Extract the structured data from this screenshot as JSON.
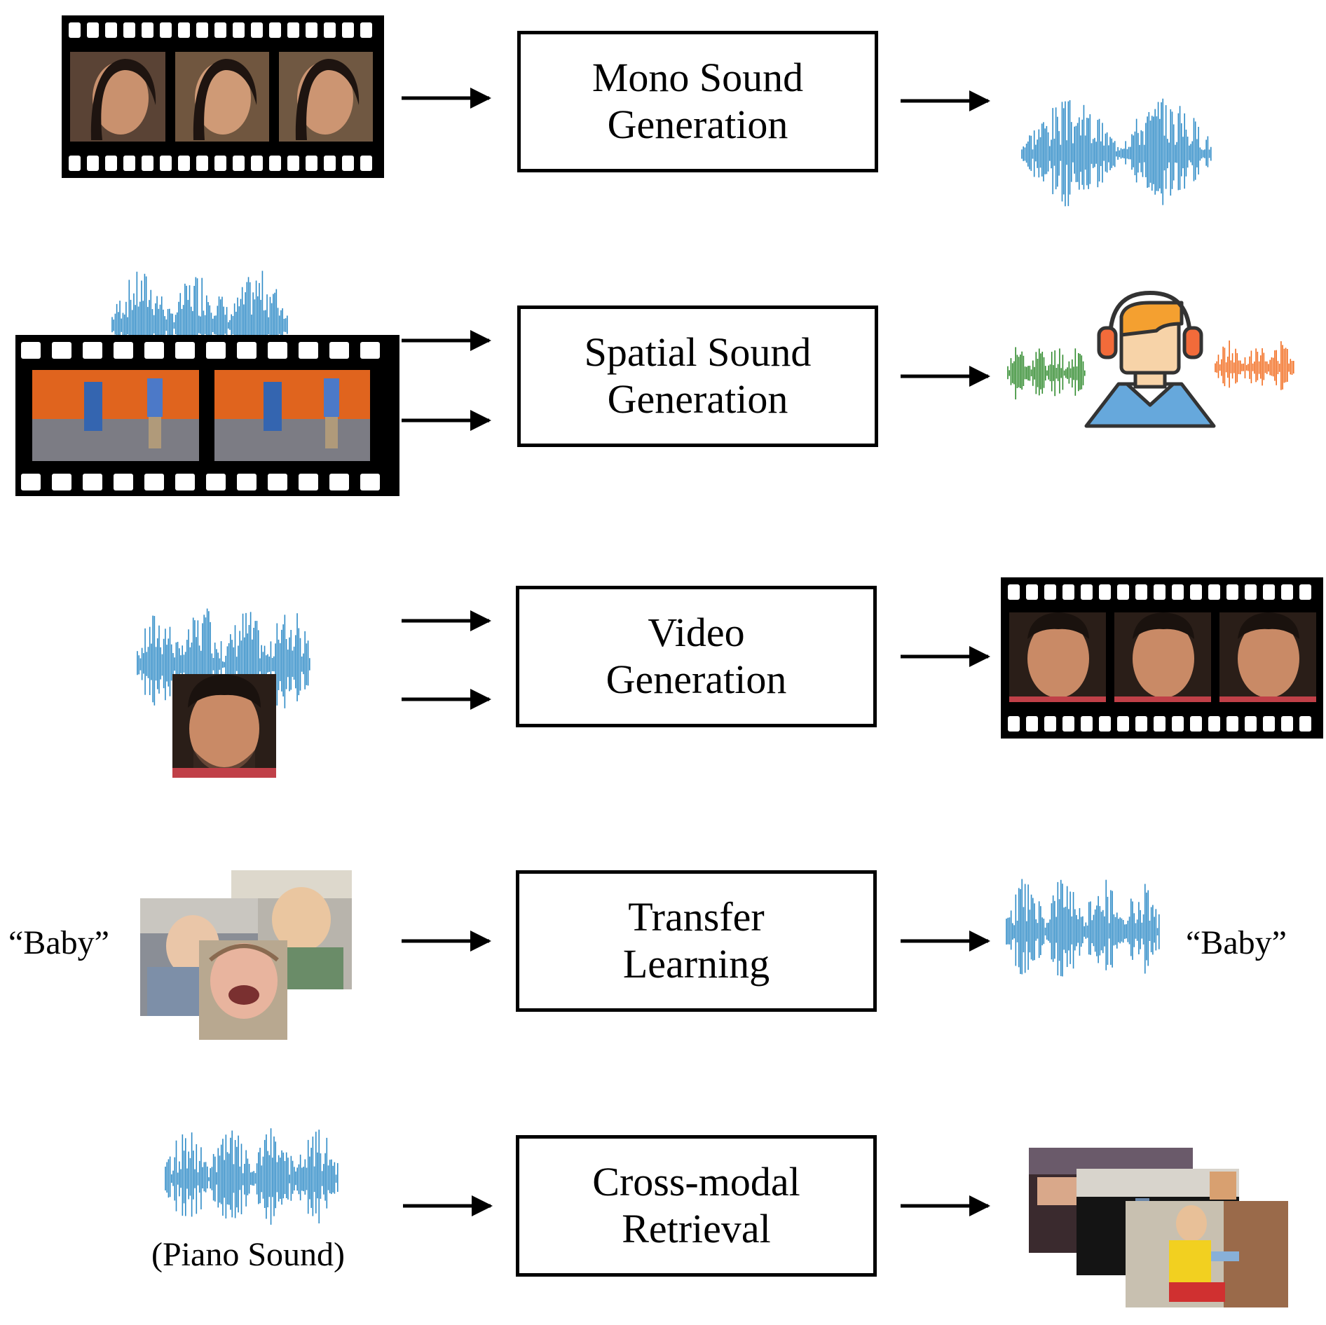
{
  "colors": {
    "waveform": "#2e8bc7",
    "wave_left": "#2f8a2c",
    "wave_right": "#f26b1d",
    "film": "#000000",
    "arrow": "#000000",
    "listener_skin": "#f7d3a8",
    "listener_hair": "#f4a030",
    "listener_shirt": "#66a8dc",
    "headphones": "#f26b3a"
  },
  "rows": [
    {
      "task": "mono_sound",
      "box_lines": [
        "Mono Sound",
        "Generation"
      ],
      "inputs": [
        "face-video-film-strip"
      ],
      "outputs": [
        "mono-waveform"
      ]
    },
    {
      "task": "spatial_sound",
      "box_lines": [
        "Spatial Sound",
        "Generation"
      ],
      "inputs": [
        "mono-waveform",
        "musicians-video-film-strip"
      ],
      "outputs": [
        "binaural-listener-icon"
      ]
    },
    {
      "task": "video",
      "box_lines": [
        "Video",
        "Generation"
      ],
      "inputs": [
        "speech-waveform",
        "face-image"
      ],
      "outputs": [
        "talking-face-film-strip"
      ]
    },
    {
      "task": "transfer",
      "box_lines": [
        "Transfer",
        "Learning"
      ],
      "input_label": "“Baby”",
      "output_label": "“Baby”",
      "inputs": [
        "baby-images"
      ],
      "outputs": [
        "baby-waveform"
      ]
    },
    {
      "task": "retrieval",
      "box_lines": [
        "Cross-modal",
        "Retrieval"
      ],
      "input_label": "(Piano Sound)",
      "inputs": [
        "piano-waveform"
      ],
      "outputs": [
        "piano-images"
      ]
    }
  ]
}
